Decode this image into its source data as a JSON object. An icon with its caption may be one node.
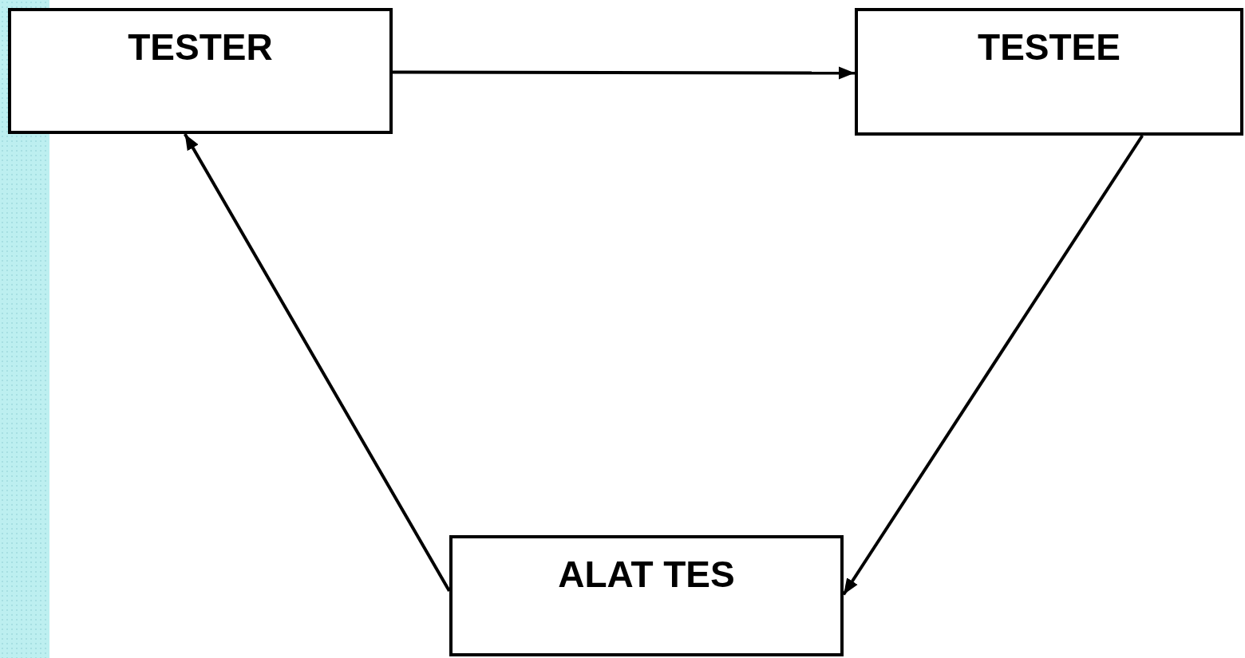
{
  "diagram": {
    "nodes": [
      {
        "text": [
          "TESTER"
        ]
      },
      {
        "text": [
          "TESTEE"
        ]
      },
      {
        "text": [
          "ALAT TES"
        ]
      }
    ],
    "edges": [
      {
        "from": 0,
        "to": 1,
        "arrow": "to"
      },
      {
        "from": 1,
        "to": 2,
        "arrow": "to"
      },
      {
        "from": 2,
        "to": 0,
        "arrow": "to"
      }
    ]
  }
}
